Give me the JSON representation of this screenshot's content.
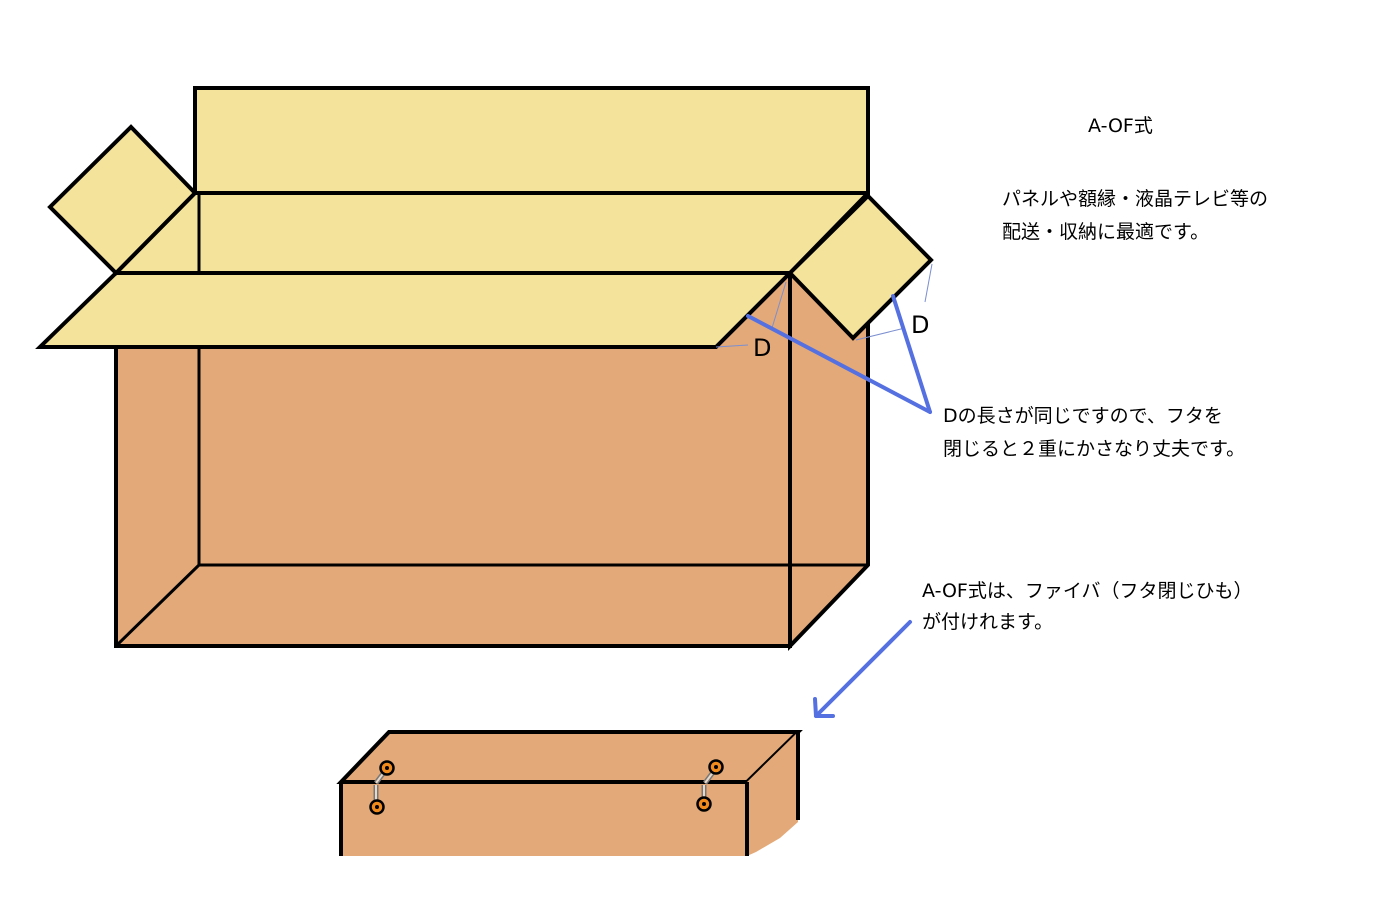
{
  "title": "A-OF式",
  "description": {
    "line1": "パネルや額縁・液晶テレビ等の",
    "line2": "配送・収納に最適です。"
  },
  "flap_labels": {
    "left": "D",
    "right": "D"
  },
  "d_note": {
    "line1": "Dの長さが同じですので、フタを",
    "line2": "閉じると２重にかさなり丈夫です。"
  },
  "fiber_note": {
    "line1": "A-OF式は、ファイバ（フタ閉じひも）",
    "line2": "が付けれます。"
  },
  "colors": {
    "box_body": "#e3a978",
    "flap": "#f4e39b",
    "outline": "#000000",
    "pointer": "#5570e0",
    "fiber_ring": "#f08a1c"
  }
}
